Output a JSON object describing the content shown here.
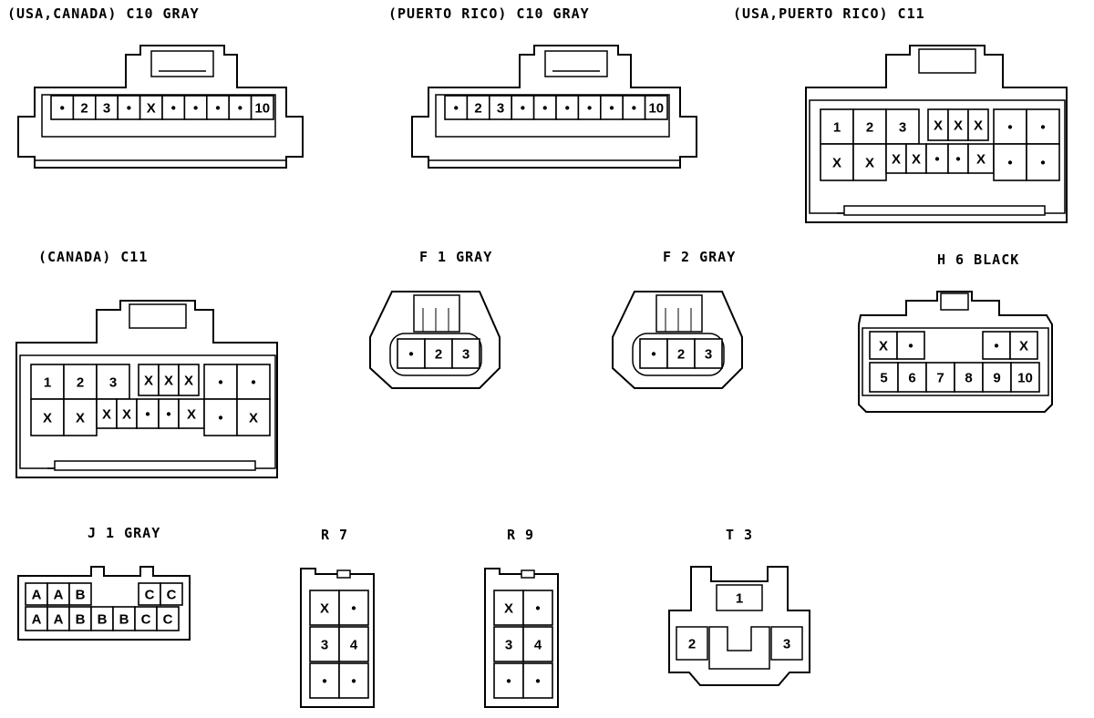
{
  "titles": {
    "c10_usa": "(USA,CANADA) C10 GRAY",
    "c10_pr": "(PUERTO RICO) C10 GRAY",
    "c11_usa": "(USA,PUERTO RICO) C11",
    "c11_can": "(CANADA) C11",
    "f1": "F 1 GRAY",
    "f2": "F 2 GRAY",
    "h6": "H 6 BLACK",
    "j1": "J 1 GRAY",
    "r7": "R 7",
    "r9": "R 9",
    "t3": "T 3"
  },
  "pins": {
    "c10_usa": [
      "•",
      "2",
      "3",
      "•",
      "X",
      "•",
      "•",
      "•",
      "•",
      "10"
    ],
    "c10_pr": [
      "•",
      "2",
      "3",
      "•",
      "•",
      "•",
      "•",
      "•",
      "•",
      "10"
    ],
    "c11_usa": {
      "top": [
        "1",
        "2",
        "3",
        "X",
        "X",
        "X",
        "•",
        "•"
      ],
      "bottom": [
        "X",
        "X",
        "X",
        "X",
        "•",
        "•",
        "X",
        "•",
        "•"
      ]
    },
    "c11_can": {
      "top": [
        "1",
        "2",
        "3",
        "X",
        "X",
        "X",
        "•",
        "•"
      ],
      "bottom": [
        "X",
        "X",
        "X",
        "X",
        "•",
        "•",
        "X",
        "•",
        "X"
      ]
    },
    "f1": [
      "•",
      "2",
      "3"
    ],
    "f2": [
      "•",
      "2",
      "3"
    ],
    "h6": {
      "top": [
        "X",
        "•",
        "•",
        "X"
      ],
      "bottom": [
        "5",
        "6",
        "7",
        "8",
        "9",
        "10"
      ]
    },
    "j1": {
      "top": [
        "A",
        "A",
        "B",
        "C",
        "C"
      ],
      "bottom": [
        "A",
        "A",
        "B",
        "B",
        "B",
        "C",
        "C"
      ]
    },
    "r7": [
      "X",
      "•",
      "3",
      "4",
      "•",
      "•"
    ],
    "r9": [
      "X",
      "•",
      "3",
      "4",
      "•",
      "•"
    ],
    "t3": [
      "1",
      "2",
      "3"
    ]
  },
  "symbols": {
    "dot": "•"
  }
}
